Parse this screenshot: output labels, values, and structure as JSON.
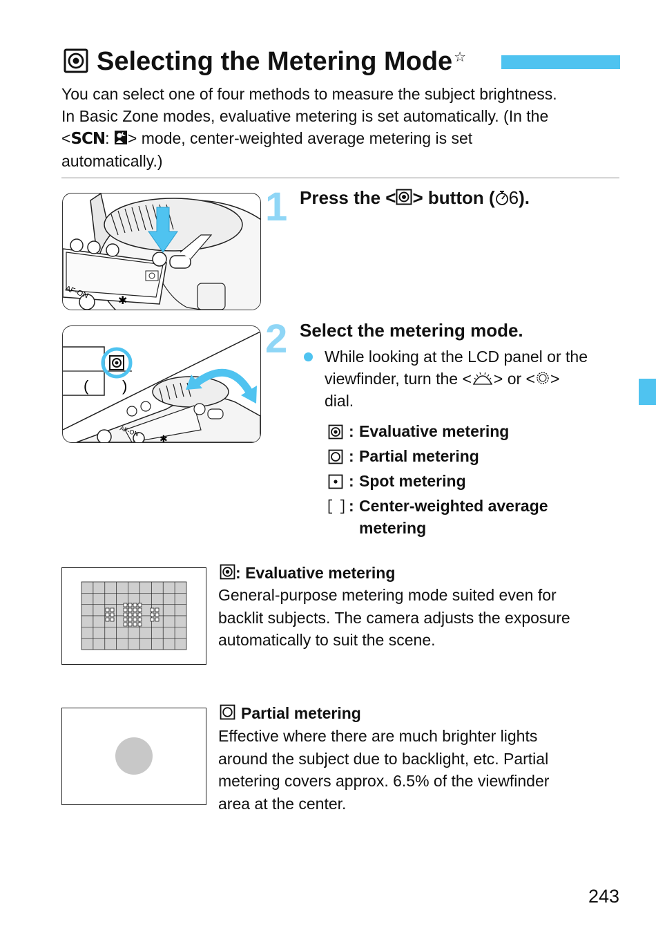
{
  "header": {
    "title": "Selecting the Metering Mode",
    "title_star": "☆"
  },
  "intro": {
    "line1": "You can select one of four methods to measure the subject brightness.",
    "line2": "In Basic Zone modes, evaluative metering is set automatically. (In the",
    "line3_pre": "<",
    "line3_scn": "SCN",
    "line3_colon": ": ",
    "line3_post": "> mode, center-weighted average metering is set",
    "line4": "automatically.)"
  },
  "step1": {
    "number": "1",
    "text_pre": "Press the <",
    "text_mid": "> button (",
    "text_timer": "6",
    "text_end": ")."
  },
  "step2": {
    "number": "2",
    "heading": "Select the metering mode.",
    "bullet_line1": "While looking at the LCD panel or the",
    "bullet_line2_pre": "viewfinder, turn the <",
    "bullet_line2_mid": "> or <",
    "bullet_line2_end": ">",
    "bullet_line3": "dial.",
    "modes": [
      {
        "label": "Evaluative metering"
      },
      {
        "label": "Partial metering"
      },
      {
        "label": "Spot metering"
      },
      {
        "label": "Center-weighted average",
        "label2": "metering"
      }
    ]
  },
  "photo_labels": {
    "af_on": "AF-ON",
    "af_on_2": "AF-ON"
  },
  "sections": {
    "evaluative": {
      "heading": "Evaluative metering",
      "body_line1": "General-purpose metering mode suited even for",
      "body_line2": "backlit subjects. The camera adjusts the exposure",
      "body_line3": "automatically to suit the scene."
    },
    "partial": {
      "heading": "Partial metering",
      "body_line1": "Effective where there are much brighter lights",
      "body_line2": "around the subject due to backlight, etc. Partial",
      "body_line3": "metering covers approx. 6.5% of the viewfinder",
      "body_line4": "area at the center."
    }
  },
  "footer": {
    "page_number": "243"
  },
  "colors": {
    "accent": "#4fc3f0",
    "step_number": "#8fd6f6",
    "diagram_gray": "#c8c8c8"
  },
  "icons": [
    "evaluative-metering-icon",
    "partial-metering-icon",
    "spot-metering-icon",
    "center-weighted-metering-icon",
    "scn-mode-icon",
    "night-portrait-icon",
    "timer-icon",
    "main-dial-icon",
    "quick-control-dial-icon"
  ]
}
